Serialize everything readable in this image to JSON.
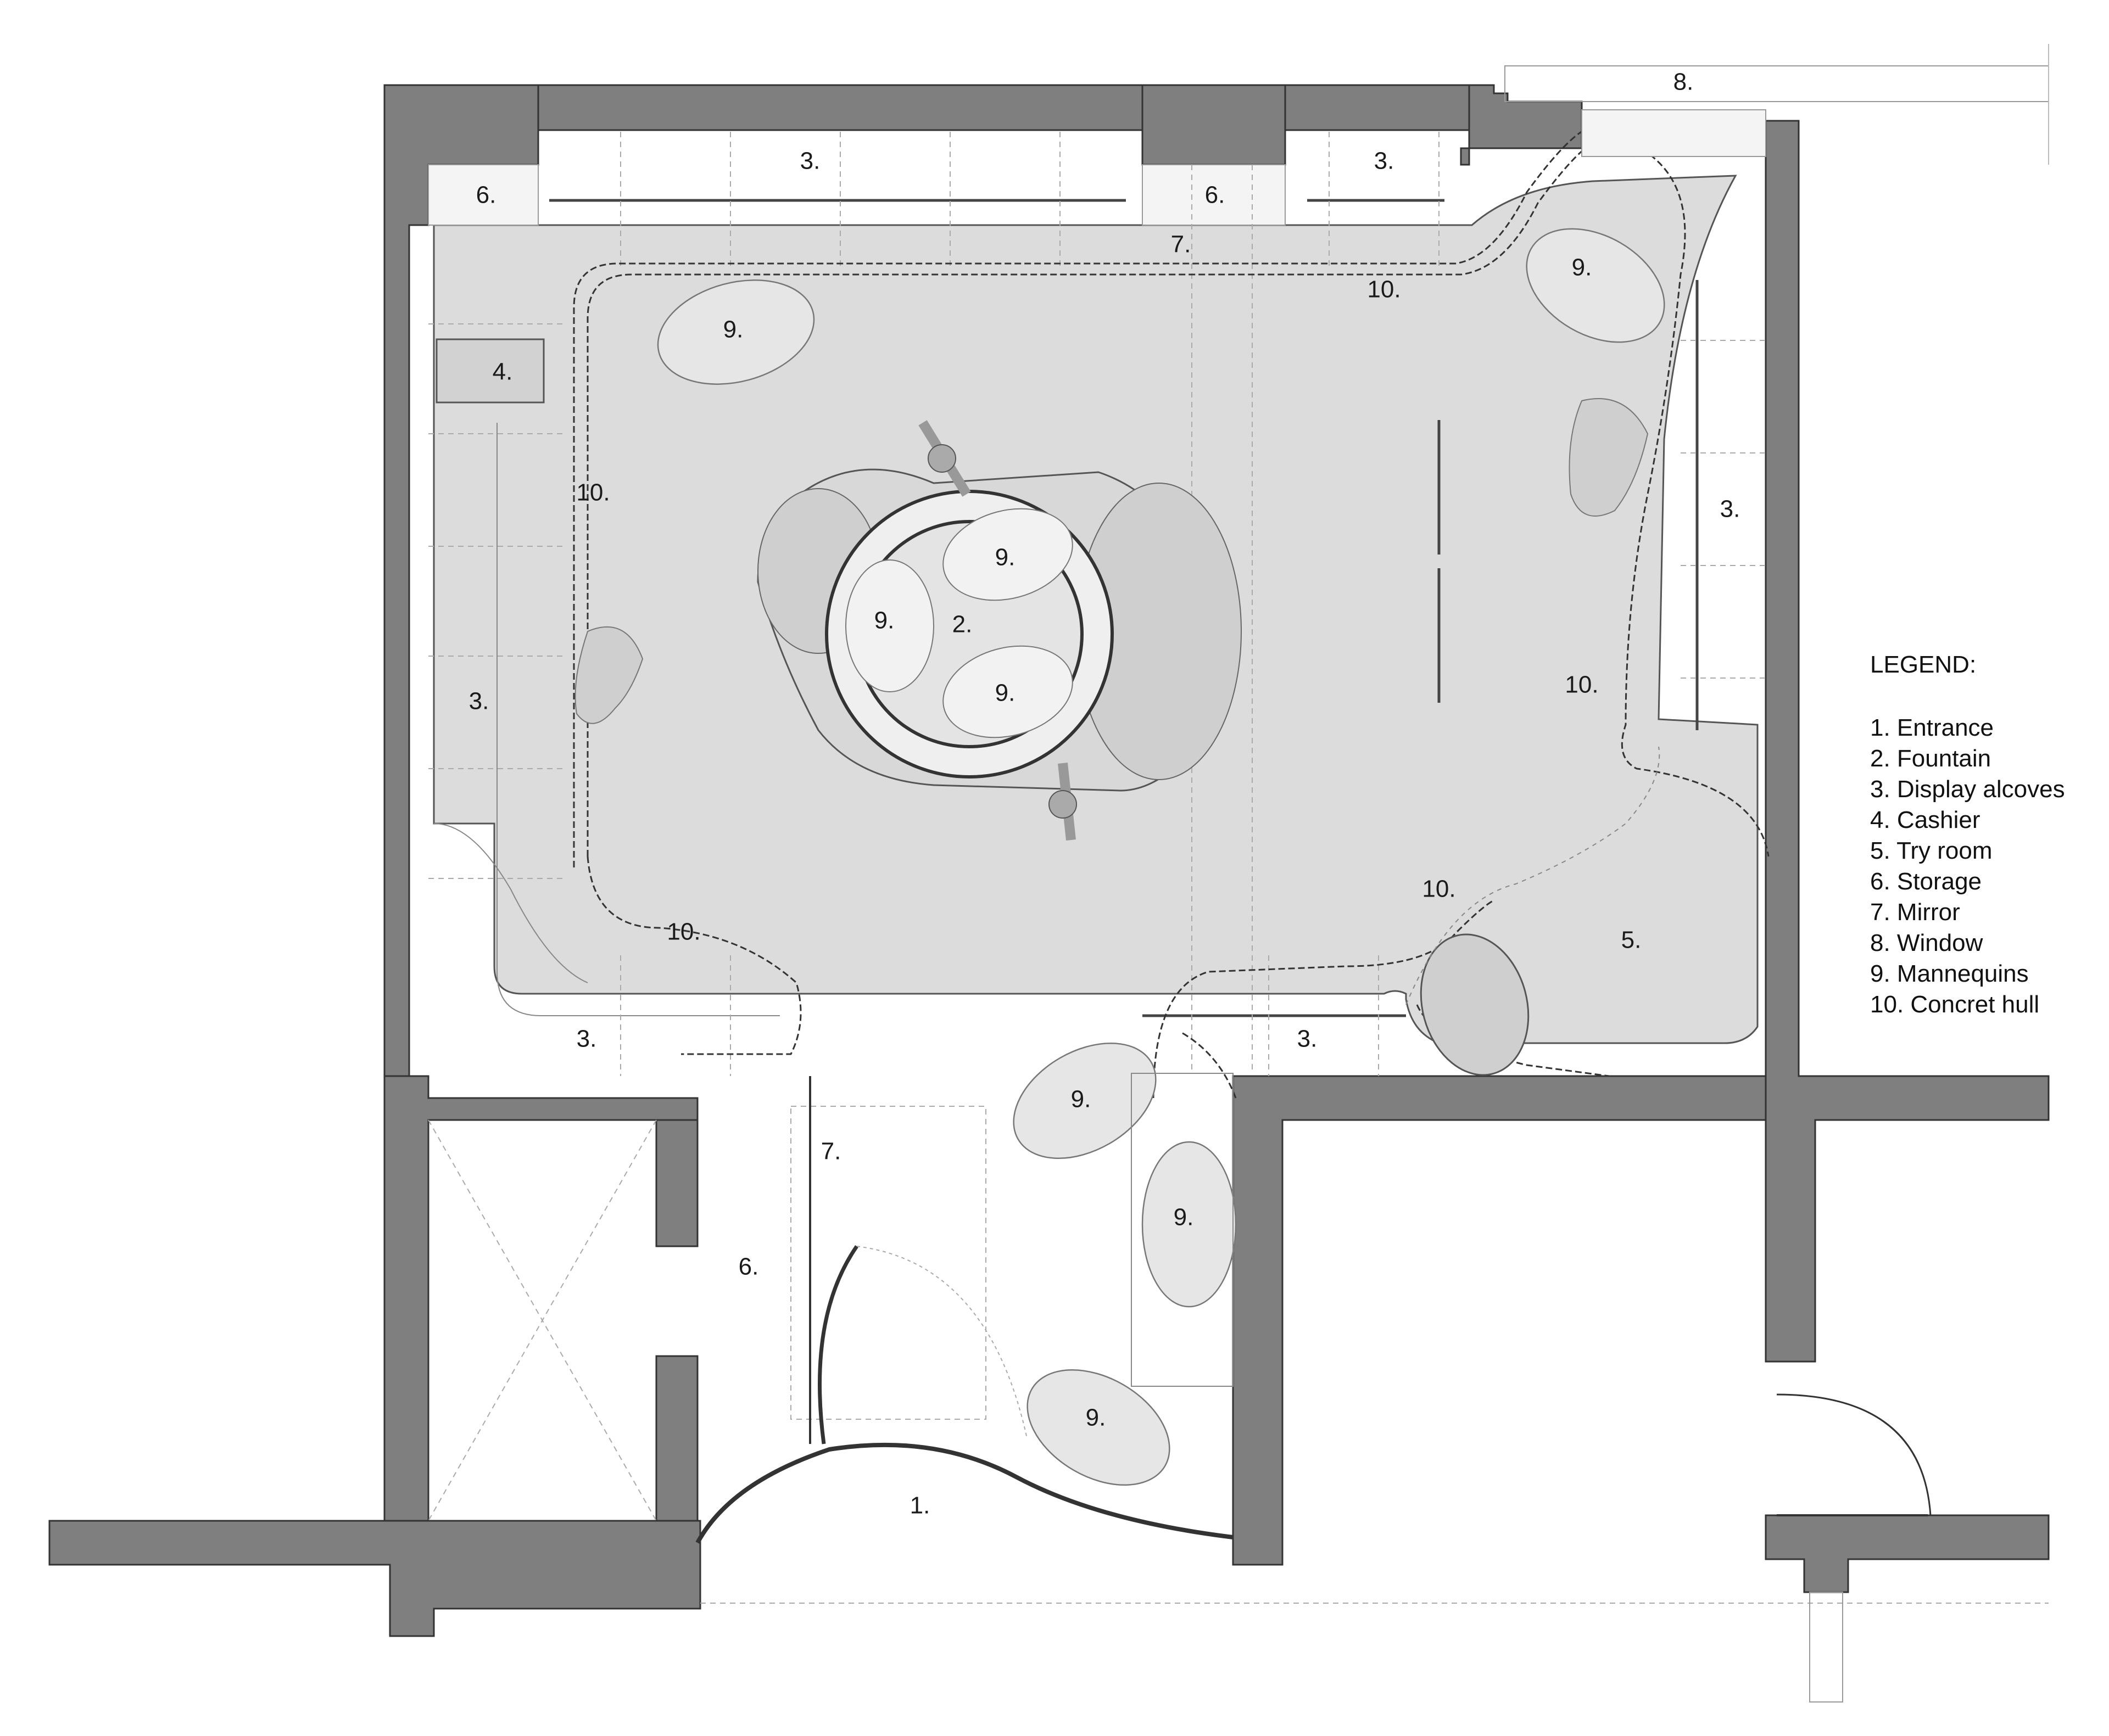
{
  "legend": {
    "title": "LEGEND:",
    "items": [
      "1. Entrance",
      "2. Fountain",
      "3. Display alcoves",
      "4. Cashier",
      "5. Try room",
      "6. Storage",
      "7. Mirror",
      "8. Window",
      "9. Mannequins",
      "10. Concret hull"
    ]
  },
  "labels": {
    "entrance": "1.",
    "fountain": "2.",
    "display": "3.",
    "cashier": "4.",
    "tryroom": "5.",
    "storage": "6.",
    "mirror": "7.",
    "window": "8.",
    "mannequins": "9.",
    "hull": "10."
  },
  "colors": {
    "wall": "#7f7f7f",
    "floor": "#dcdcdc",
    "background": "#ffffff"
  }
}
